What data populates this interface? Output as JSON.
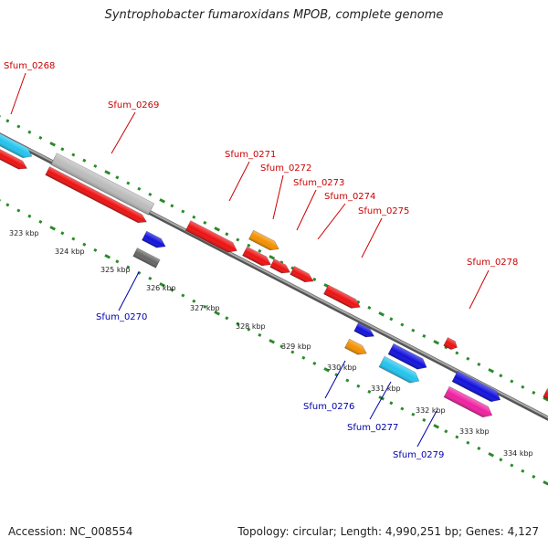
{
  "title": "Syntrophobacter fumaroxidans MPOB, complete genome",
  "footer": {
    "accession": "Accession: NC_008554",
    "topology": "Topology: circular; Length: 4,990,251 bp; Genes: 4,127"
  },
  "colors": {
    "label_forward": "#cc0000",
    "label_reverse": "#0000aa",
    "backbone": "#888888",
    "ticks": "#2a8a2a",
    "red": "#ee1111",
    "blue": "#1111dd",
    "cyan": "#22c4ee",
    "grey": "#bbbbbb",
    "darkgrey": "#666666",
    "orange": "#f49000",
    "pink": "#f020a0"
  },
  "kbp_labels": [
    "323 kbp",
    "324 kbp",
    "325 kbp",
    "326 kbp",
    "327 kbp",
    "328 kbp",
    "329 kbp",
    "330 kbp",
    "331 kbp",
    "332 kbp",
    "333 kbp",
    "334 kbp"
  ],
  "gene_labels": {
    "forward": [
      "Sfum_0268",
      "Sfum_0269",
      "Sfum_0271",
      "Sfum_0272",
      "Sfum_0273",
      "Sfum_0274",
      "Sfum_0275",
      "Sfum_0278"
    ],
    "reverse": [
      "Sfum_0270",
      "Sfum_0276",
      "Sfum_0277",
      "Sfum_0279"
    ]
  }
}
